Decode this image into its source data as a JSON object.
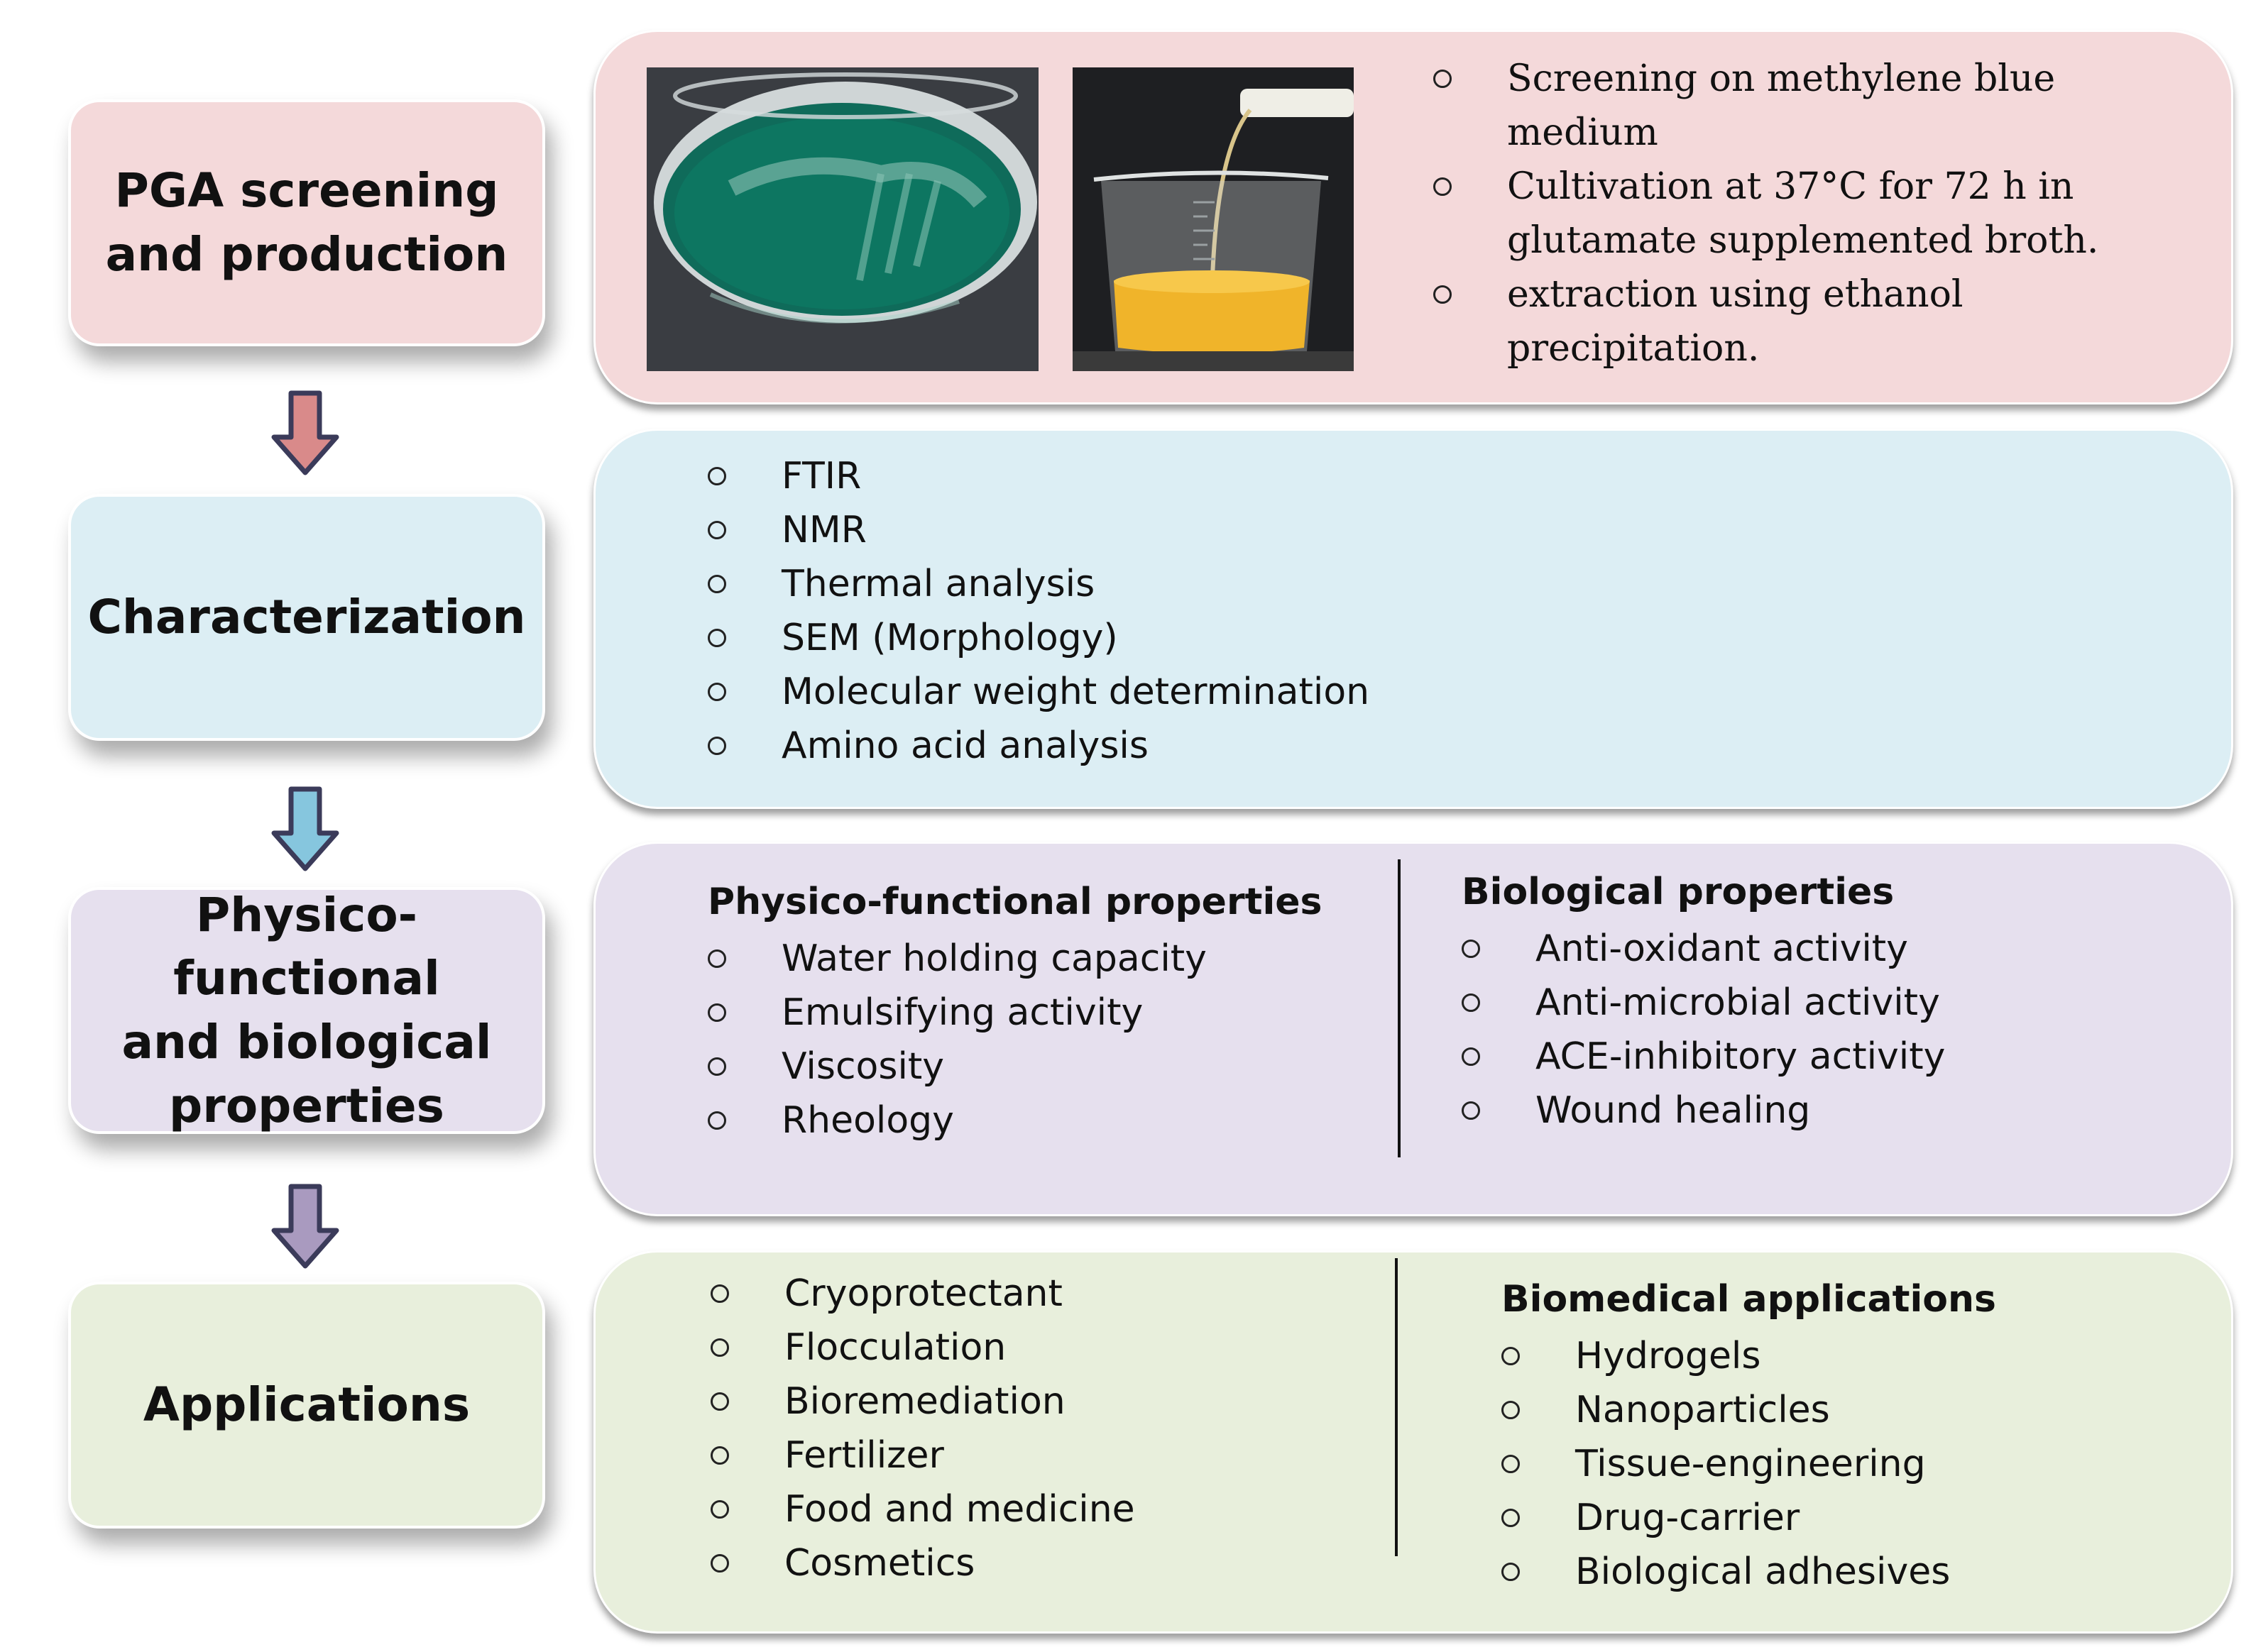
{
  "stages": [
    {
      "label_lines": [
        "PGA screening",
        "and production"
      ],
      "fill": "#f4d9da"
    },
    {
      "label_lines": [
        "Characterization"
      ],
      "fill": "#dceef4"
    },
    {
      "label_lines": [
        "Physico-functional",
        "and biological",
        "properties"
      ],
      "fill": "#e6e0ee"
    },
    {
      "label_lines": [
        "Applications"
      ],
      "fill": "#e8efdc"
    }
  ],
  "arrows": [
    {
      "icon": "down-arrow-icon",
      "fill": "#d98a8a"
    },
    {
      "icon": "down-arrow-icon",
      "fill": "#86c6de"
    },
    {
      "icon": "down-arrow-icon",
      "fill": "#a99abf"
    }
  ],
  "panels": {
    "screening": {
      "fill": "#f4d9da",
      "images": [
        "petri-dish-photo",
        "beaker-photo"
      ],
      "bullets": [
        [
          "Screening on methylene blue",
          "medium"
        ],
        [
          " Cultivation at 37°C for 72 h in",
          "glutamate supplemented broth."
        ],
        [
          "extraction using ethanol",
          "precipitation."
        ]
      ]
    },
    "characterization": {
      "fill": "#dceef4",
      "bullets": [
        "FTIR",
        "NMR",
        "Thermal analysis",
        "SEM (Morphology)",
        "Molecular weight determination",
        "Amino acid analysis"
      ]
    },
    "properties": {
      "fill": "#e6e0ee",
      "left_heading": "Physico-functional properties",
      "left_bullets": [
        "Water holding capacity",
        "Emulsifying activity",
        "Viscosity",
        "Rheology"
      ],
      "right_heading": "Biological properties",
      "right_bullets": [
        "Anti-oxidant activity",
        "Anti-microbial activity",
        "ACE-inhibitory activity",
        "Wound healing"
      ]
    },
    "applications": {
      "fill": "#e8efdc",
      "left_bullets": [
        "Cryoprotectant",
        "Flocculation",
        "Bioremediation",
        "Fertilizer",
        "Food and medicine",
        "Cosmetics"
      ],
      "right_heading": "Biomedical applications",
      "right_bullets": [
        "Hydrogels",
        "Nanoparticles",
        "Tissue-engineering",
        "Drug-carrier",
        "Biological adhesives"
      ]
    }
  }
}
